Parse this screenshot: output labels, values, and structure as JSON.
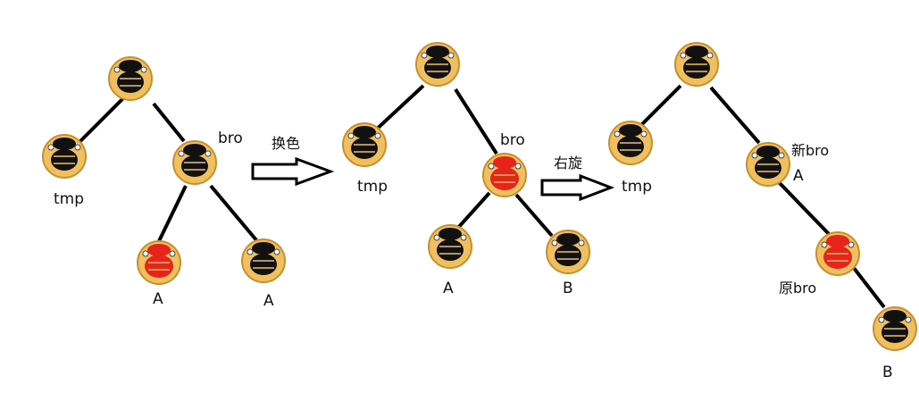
{
  "colors": {
    "black_node": "#111111",
    "red_node": "#e8231c",
    "node_rim": "#d9a032",
    "edge": "#000000"
  },
  "panels": [
    {
      "id": "p1",
      "label_tmp": "tmp",
      "label_bro": "bro",
      "label_a1": "A",
      "label_a2": "A"
    },
    {
      "id": "p2",
      "label_tmp": "tmp",
      "label_bro": "bro",
      "label_a": "A",
      "label_b": "B"
    },
    {
      "id": "p3",
      "label_tmp": "tmp",
      "label_new_bro": "新bro",
      "label_a": "A",
      "label_old_bro": "原bro",
      "label_b": "B"
    }
  ],
  "arrows": [
    {
      "label": "换色"
    },
    {
      "label": "右旋"
    }
  ]
}
